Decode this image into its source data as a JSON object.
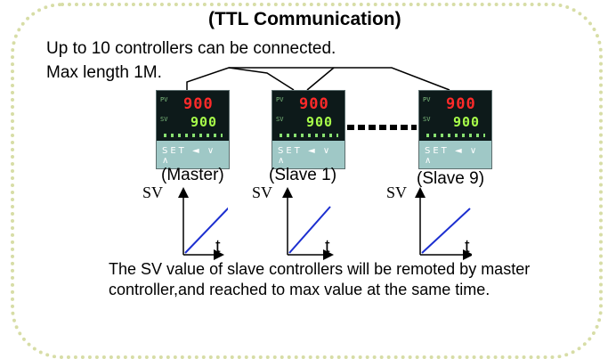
{
  "title": "(TTL Communication)",
  "lines": {
    "line1": "Up to 10 controllers can be connected.",
    "line2": "Max length 1M."
  },
  "controllers": [
    {
      "caption": "(Master)",
      "pv": "900",
      "sv": "900",
      "keys": "SET ◄ ∨ ∧"
    },
    {
      "caption": "(Slave 1)",
      "pv": "900",
      "sv": "900",
      "keys": "SET ◄ ∨ ∧"
    },
    {
      "caption": "(Slave 9)",
      "pv": "900",
      "sv": "900",
      "keys": "SET ◄ ∨ ∧"
    }
  ],
  "graphs": {
    "y_label": "SV",
    "x_label": "t",
    "line_color": "#1c2fd0"
  },
  "bottom_text": "The SV value of slave controllers will be remoted by master controller,and reached to max value at the same time.",
  "colors": {
    "frame": "#d7dda6",
    "pv_display": "#ff2a2a",
    "sv_display": "#a8ff4a"
  }
}
